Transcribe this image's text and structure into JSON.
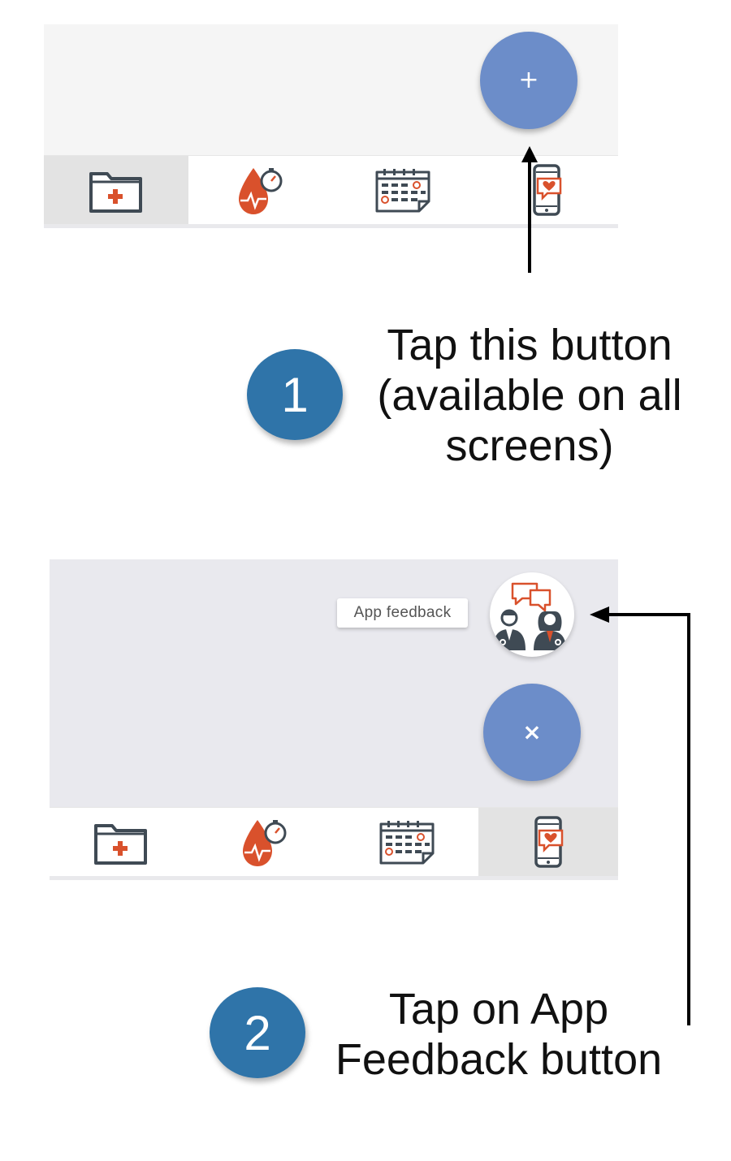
{
  "panel1": {
    "fab_icon": "plus-icon",
    "fab_symbol": "+",
    "tabs": [
      {
        "icon": "medical-folder-icon",
        "active": true
      },
      {
        "icon": "blood-drop-gauge-icon",
        "active": false
      },
      {
        "icon": "calendar-icon",
        "active": false
      },
      {
        "icon": "phone-chat-icon",
        "active": false
      }
    ]
  },
  "step1": {
    "number": "1",
    "text_lines": [
      "Tap this button",
      "(available on all",
      "screens)"
    ]
  },
  "panel2": {
    "tooltip_label": "App feedback",
    "feedback_icon": "doctors-chat-icon",
    "fab_icon": "close-icon",
    "fab_symbol": "×",
    "tabs": [
      {
        "icon": "medical-folder-icon",
        "active": false
      },
      {
        "icon": "blood-drop-gauge-icon",
        "active": false
      },
      {
        "icon": "calendar-icon",
        "active": false
      },
      {
        "icon": "phone-chat-icon",
        "active": true
      }
    ]
  },
  "step2": {
    "number": "2",
    "text_lines": [
      "Tap on App",
      "Feedback button"
    ]
  },
  "colors": {
    "fab": "#6c8dc9",
    "step_circle": "#2f74a9",
    "icon_dark": "#3f4a54",
    "icon_accent": "#d9512c"
  }
}
